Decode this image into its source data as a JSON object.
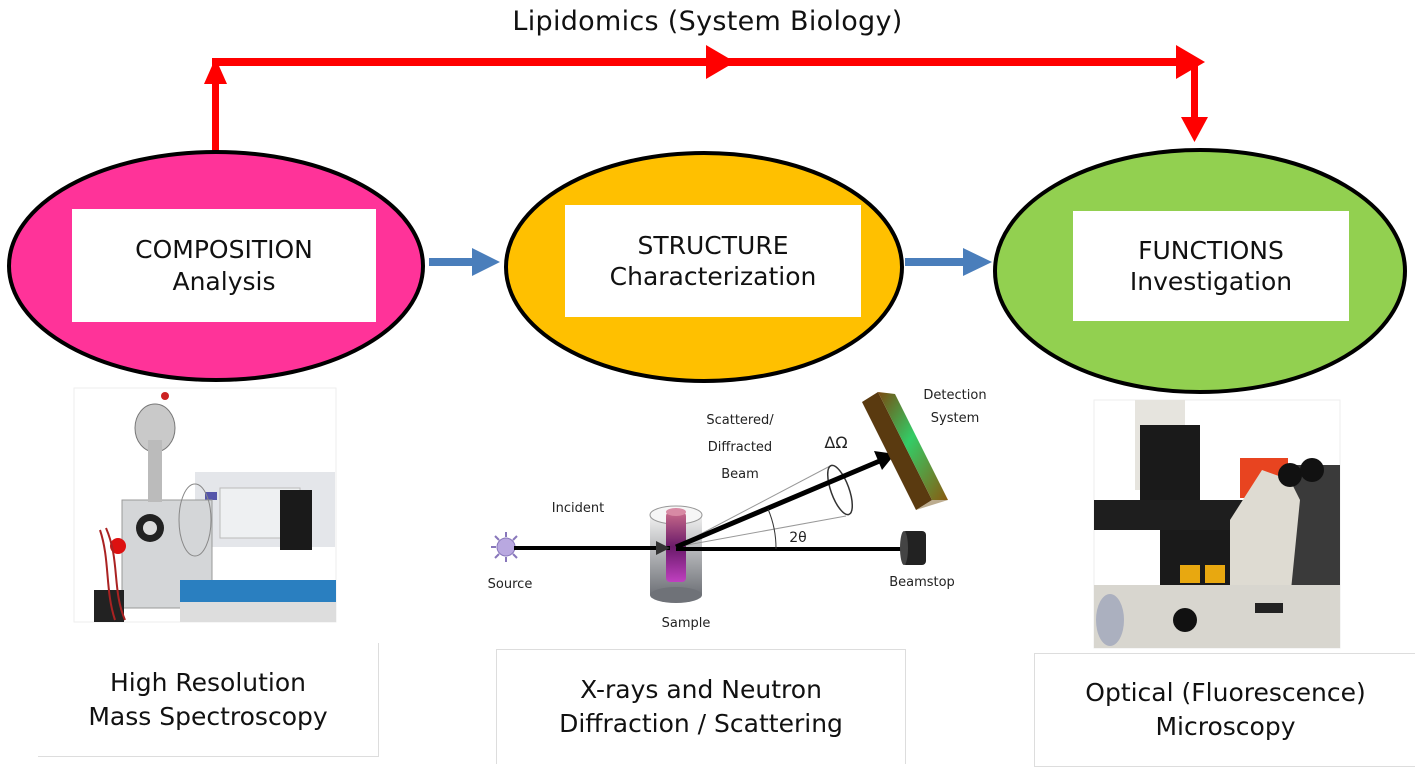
{
  "title": "Lipidomics (System Biology)",
  "colors": {
    "composition": "#FF3399",
    "structure": "#FFC000",
    "functions": "#92D050",
    "red_arrow": "#FF0000",
    "blue_arrow": "#4A7EBB"
  },
  "stages": [
    {
      "line1": "COMPOSITION",
      "line2": "Analysis"
    },
    {
      "line1": "STRUCTURE",
      "line2": "Characterization"
    },
    {
      "line1": "FUNCTIONS",
      "line2": "Investigation"
    }
  ],
  "techniques": [
    {
      "line1": "High Resolution",
      "line2": "Mass Spectroscopy",
      "image": "mass-spectrometer-photo"
    },
    {
      "line1": "X-rays and Neutron",
      "line2": "Diffraction / Scattering",
      "image": "scattering-schematic"
    },
    {
      "line1": "Optical (Fluorescence)",
      "line2": "Microscopy",
      "image": "fluorescence-microscope-photo"
    }
  ],
  "schematic": {
    "source": "Source",
    "incident": "Incident",
    "sample": "Sample",
    "scattered_1": "Scattered/",
    "scattered_2": "Diffracted",
    "scattered_3": "Beam",
    "delta_omega": "ΔΩ",
    "two_theta": "2θ",
    "detection_1": "Detection",
    "detection_2": "System",
    "beamstop": "Beamstop"
  }
}
